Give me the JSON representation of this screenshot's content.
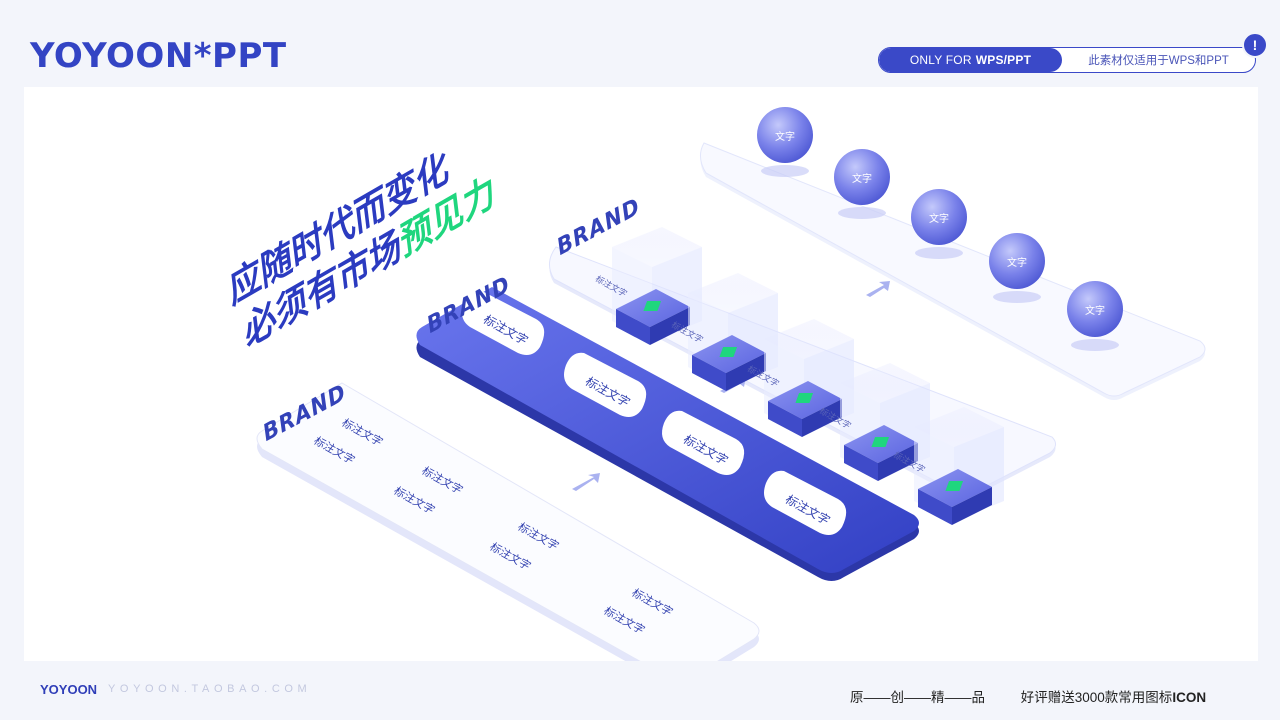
{
  "header": {
    "title": "YOYOON*PPT",
    "badge_only_for": "ONLY FOR",
    "badge_platform": "WPS/PPT",
    "badge_note": "此素材仅适用于WPS和PPT",
    "alert_glyph": "!"
  },
  "headline": {
    "line1": "应随时代而变化",
    "line2_prefix": "必须有市场",
    "line2_highlight": "预见力"
  },
  "brand_word": "BRAND",
  "layer1": {
    "labels": [
      "标注文字",
      "标注文字",
      "标注文字",
      "标注文字",
      "标注文字",
      "标注文字",
      "标注文字",
      "标注文字"
    ]
  },
  "layer2": {
    "pills": [
      "标注文字",
      "标注文字",
      "标注文字",
      "标注文字"
    ]
  },
  "layer3": {
    "cube_labels": [
      "标注文字",
      "标注文字",
      "标注文字",
      "标注文字",
      "标注文字"
    ],
    "cube_icons": [
      "shield-icon",
      "monitor-icon",
      "gear-icon",
      "bulb-icon",
      "flag-icon"
    ]
  },
  "layer4": {
    "spheres": [
      "文字",
      "文字",
      "文字",
      "文字",
      "文字"
    ]
  },
  "footer": {
    "brand": "YOYOON",
    "url": "YOYOON.TAOBAO.COM",
    "tagline": "原——创——精——品",
    "slogan_prefix": "好评赠送3000款常用图标",
    "slogan_bold": "ICON"
  },
  "colors": {
    "primary": "#3a49c8",
    "accent_green": "#1fd67e",
    "sphere": "#7078e6",
    "platform": "#f6f7ff"
  }
}
